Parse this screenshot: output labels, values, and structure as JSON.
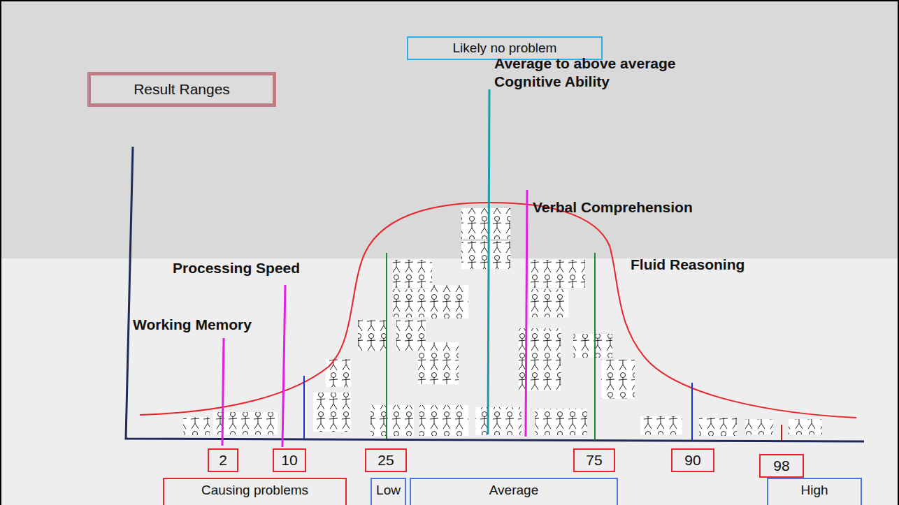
{
  "diagram": {
    "nodes": [
      {
        "text": [
          "Likely no problem"
        ]
      },
      {
        "text": [
          "Result Ranges"
        ]
      },
      {
        "text": [
          "2"
        ]
      },
      {
        "text": [
          "10"
        ]
      },
      {
        "text": [
          "25"
        ]
      },
      {
        "text": [
          "75"
        ]
      },
      {
        "text": [
          "90"
        ]
      },
      {
        "text": [
          "98"
        ]
      },
      {
        "text": [
          "Causing problems"
        ]
      },
      {
        "text": [
          "Low"
        ]
      },
      {
        "text": [
          "Average"
        ]
      },
      {
        "text": [
          "High"
        ]
      }
    ],
    "labels": [
      "Average to above average Cognitive Ability",
      "Verbal Comprehension",
      "Fluid Reasoning",
      "Processing Speed",
      "Working Memory"
    ]
  }
}
